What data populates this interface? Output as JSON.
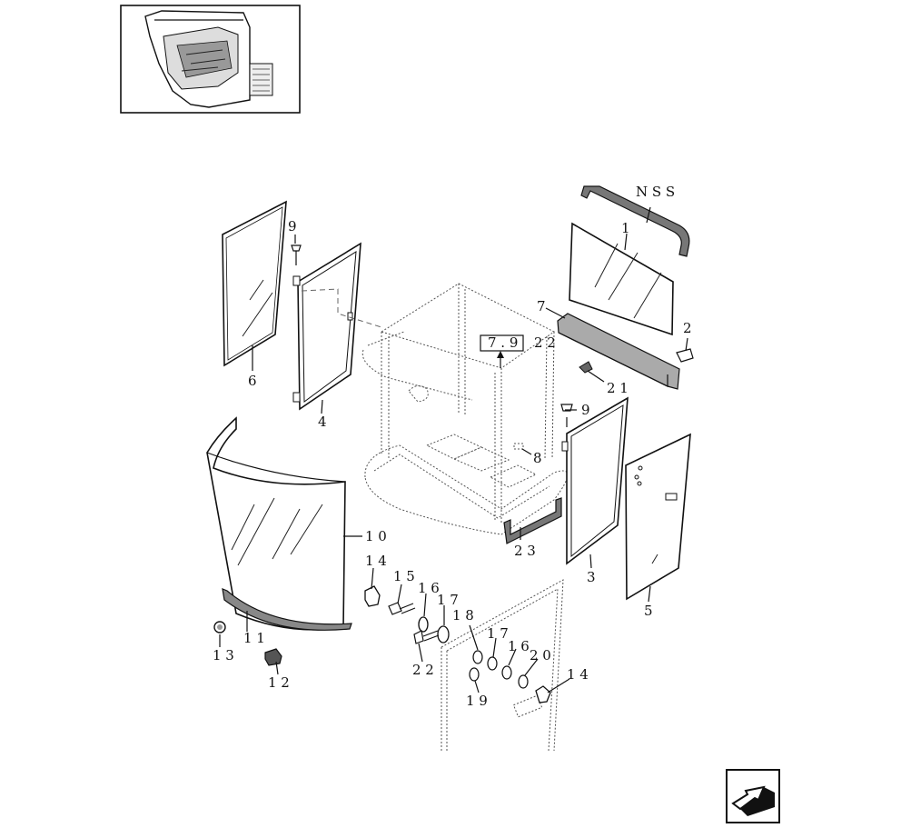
{
  "callouts": {
    "c1": "1",
    "c2": "2",
    "c3": "3",
    "c4": "4",
    "c5": "5",
    "c6": "6",
    "c7": "7",
    "c8": "8",
    "c9a": "9",
    "c9b": "9",
    "c10": "1 0",
    "c11": "1 1",
    "c12": "1 2",
    "c13": "1 3",
    "c14a": "1 4",
    "c14b": "1 4",
    "c15": "1 5",
    "c16a": "1 6",
    "c16b": "1 6",
    "c17a": "1 7",
    "c17b": "1 7",
    "c18": "1 8",
    "c19": "1 9",
    "c20": "2 0",
    "c21": "2 1",
    "c22a": "2 2",
    "c22b": "2 2",
    "c23": "2 3",
    "nss": "N S S",
    "ref": "7 . 9"
  },
  "icons": {
    "thumbnail": "cab-overview-thumbnail-icon",
    "nav": "next-page-arrow-icon"
  }
}
